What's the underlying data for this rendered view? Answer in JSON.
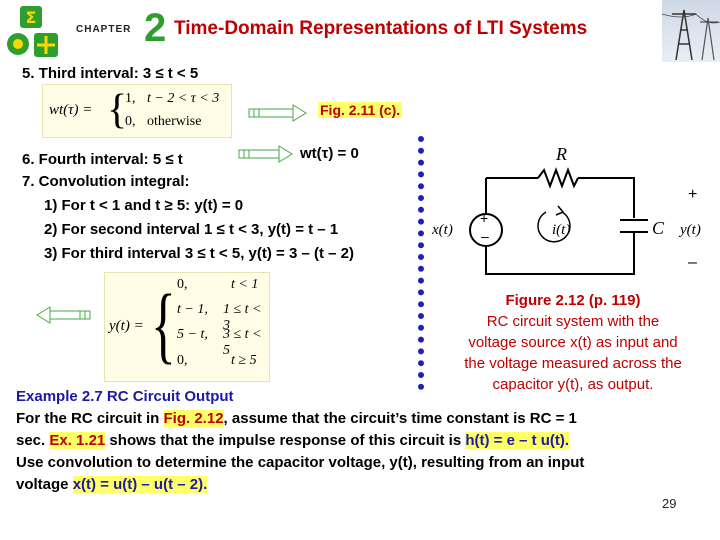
{
  "header": {
    "chapter_label": "CHAPTER",
    "chapter_number": "2",
    "title": "Time-Domain Representations of LTI Systems"
  },
  "third_interval": {
    "heading": "5. Third interval: 3 ≤ t < 5",
    "fig_ref": "Fig. 2.11 (c).",
    "equation": {
      "lhs": "wt(τ) =",
      "case1_value": "1,",
      "case1_cond": "t − 2 < τ < 3",
      "case2_value": "0,",
      "case2_cond": "otherwise"
    }
  },
  "fourth_interval": {
    "heading": "6. Fourth interval: 5 ≤ t",
    "result": "wt(τ) = 0"
  },
  "convolution": {
    "heading": "7. Convolution integral:",
    "items": [
      "1) For t < 1 and t ≥ 5: y(t) = 0",
      "2) For second interval 1 ≤ t < 3, y(t) = t – 1",
      "3) For third interval 3 ≤ t < 5, y(t) = 3 – (t – 2)"
    ],
    "piecewise": {
      "lhs": "y(t) =",
      "rows": [
        {
          "value": "0,",
          "cond": "t < 1"
        },
        {
          "value": "t − 1,",
          "cond": "1 ≤ t < 3"
        },
        {
          "value": "5 − t,",
          "cond": "3 ≤ t < 5"
        },
        {
          "value": "0,",
          "cond": "t ≥ 5"
        }
      ]
    }
  },
  "circuit": {
    "resistor_label": "R",
    "capacitor_label": "C",
    "source_label": "x(t)",
    "current_label": "i(t)",
    "output_label": "y(t)",
    "plus": "+",
    "minus": "–",
    "source_plus": "+",
    "source_minus": "–"
  },
  "figure_caption": {
    "title": "Figure 2.12 (p. 119)",
    "lines": [
      "RC circuit system with the",
      "voltage source x(t) as input and",
      "the voltage measured across the",
      "capacitor y(t), as output."
    ]
  },
  "example": {
    "title": "Example 2.7 RC Circuit Output",
    "line1_pre": "For the RC circuit in ",
    "line1_ref": "Fig. 2.12",
    "line1_post": ", assume that the circuit’s time constant is RC = 1",
    "line2_pre": "sec. ",
    "line2_ref": "Ex. 1.21",
    "line2_mid": " shows that the impulse response of this circuit is ",
    "line2_eq": "h(t) = e – t u(t).",
    "line3": "Use convolution to determine the capacitor voltage, y(t), resulting from an input",
    "line4_pre": "voltage ",
    "line4_eq": "x(t) = u(t) – u(t – 2)."
  },
  "page_number": "29",
  "colors": {
    "title_red": "#c00000",
    "chapter_green": "#2e9e2e",
    "separator_blue": "#1f1fbf",
    "math_bg": "#fffde6"
  }
}
